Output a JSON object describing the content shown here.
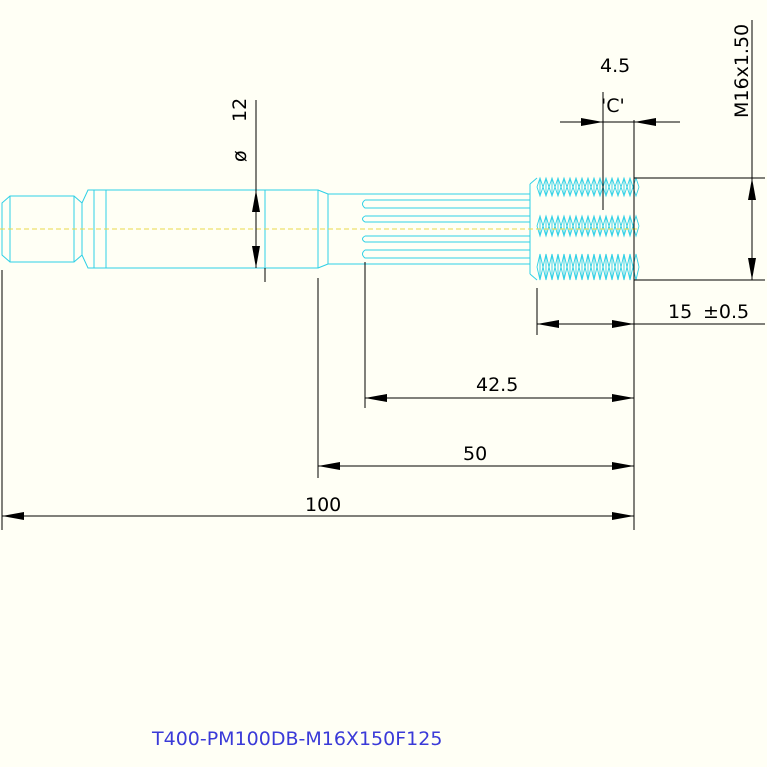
{
  "dimensions": {
    "length_total": "100",
    "length_50": "50",
    "length_42_5": "42.5",
    "thread_length": "15",
    "thread_tolerance": "±0.5",
    "shank_diameter_symbol": "ø",
    "shank_diameter": "12",
    "thread_spec": "M16x1.50",
    "chamfer_label": "'C'",
    "chamfer_value": "4.5"
  },
  "part_number": "T400-PM100DB-M16X150F125",
  "colors": {
    "outline": "#2fd0e6",
    "centerline": "#e8d84a",
    "dimension": "#000000",
    "part_number": "#3a3ad8",
    "background": "#fffff5"
  }
}
